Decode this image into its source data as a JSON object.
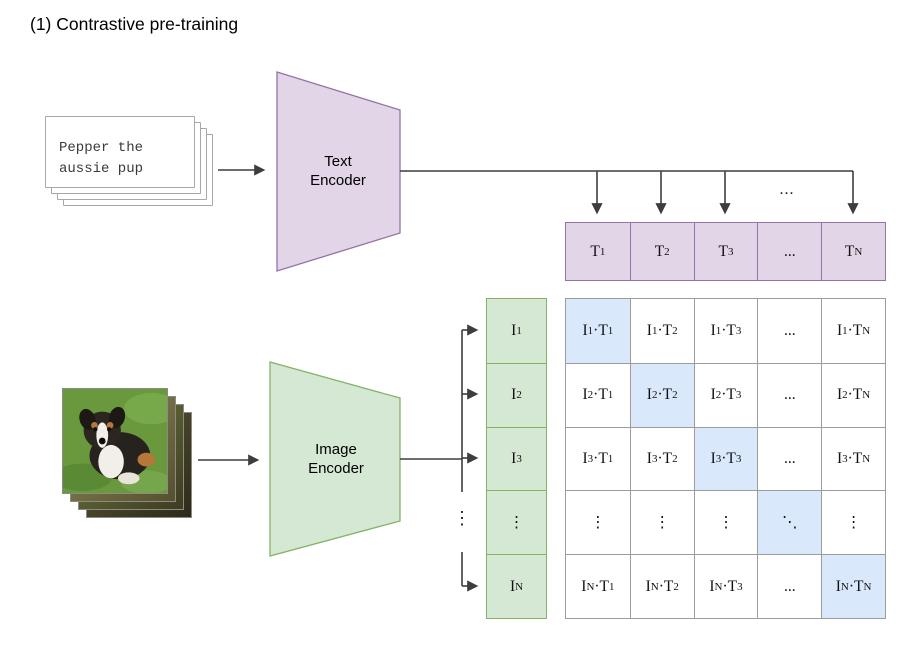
{
  "title": "(1) Contrastive pre-training",
  "text_input": {
    "lines": [
      "Pepper the",
      "aussie pup"
    ]
  },
  "encoders": {
    "text": "Text Encoder",
    "image": "Image Encoder"
  },
  "ellipsis": {
    "horizontal": "...",
    "vertical": "⋮"
  },
  "text_embeddings": [
    "T_1",
    "T_2",
    "T_3",
    "...",
    "T_N"
  ],
  "image_embeddings": [
    "I_1",
    "I_2",
    "I_3",
    "⋮",
    "I_N"
  ],
  "matrix": {
    "rows": [
      [
        "I_1·T_1",
        "I_1·T_2",
        "I_1·T_3",
        "...",
        "I_1·T_N"
      ],
      [
        "I_2·T_1",
        "I_2·T_2",
        "I_2·T_3",
        "...",
        "I_2·T_N"
      ],
      [
        "I_3·T_1",
        "I_3·T_2",
        "I_3·T_3",
        "...",
        "I_3·T_N"
      ],
      [
        "⋮",
        "⋮",
        "⋮",
        "⋱",
        "⋮"
      ],
      [
        "I_N·T_1",
        "I_N·T_2",
        "I_N·T_3",
        "...",
        "I_N·T_N"
      ]
    ],
    "diagonal_highlight": [
      [
        0,
        0
      ],
      [
        1,
        1
      ],
      [
        2,
        2
      ],
      [
        3,
        3
      ],
      [
        4,
        4
      ]
    ]
  },
  "colors": {
    "purple_fill": "#E1D5E7",
    "purple_stroke": "#9673A6",
    "green_fill": "#D5E8D4",
    "green_stroke": "#82B366",
    "highlight_fill": "#DAE8FC",
    "grid_stroke": "#9c9c9c",
    "arrow": "#3d3d3d"
  }
}
